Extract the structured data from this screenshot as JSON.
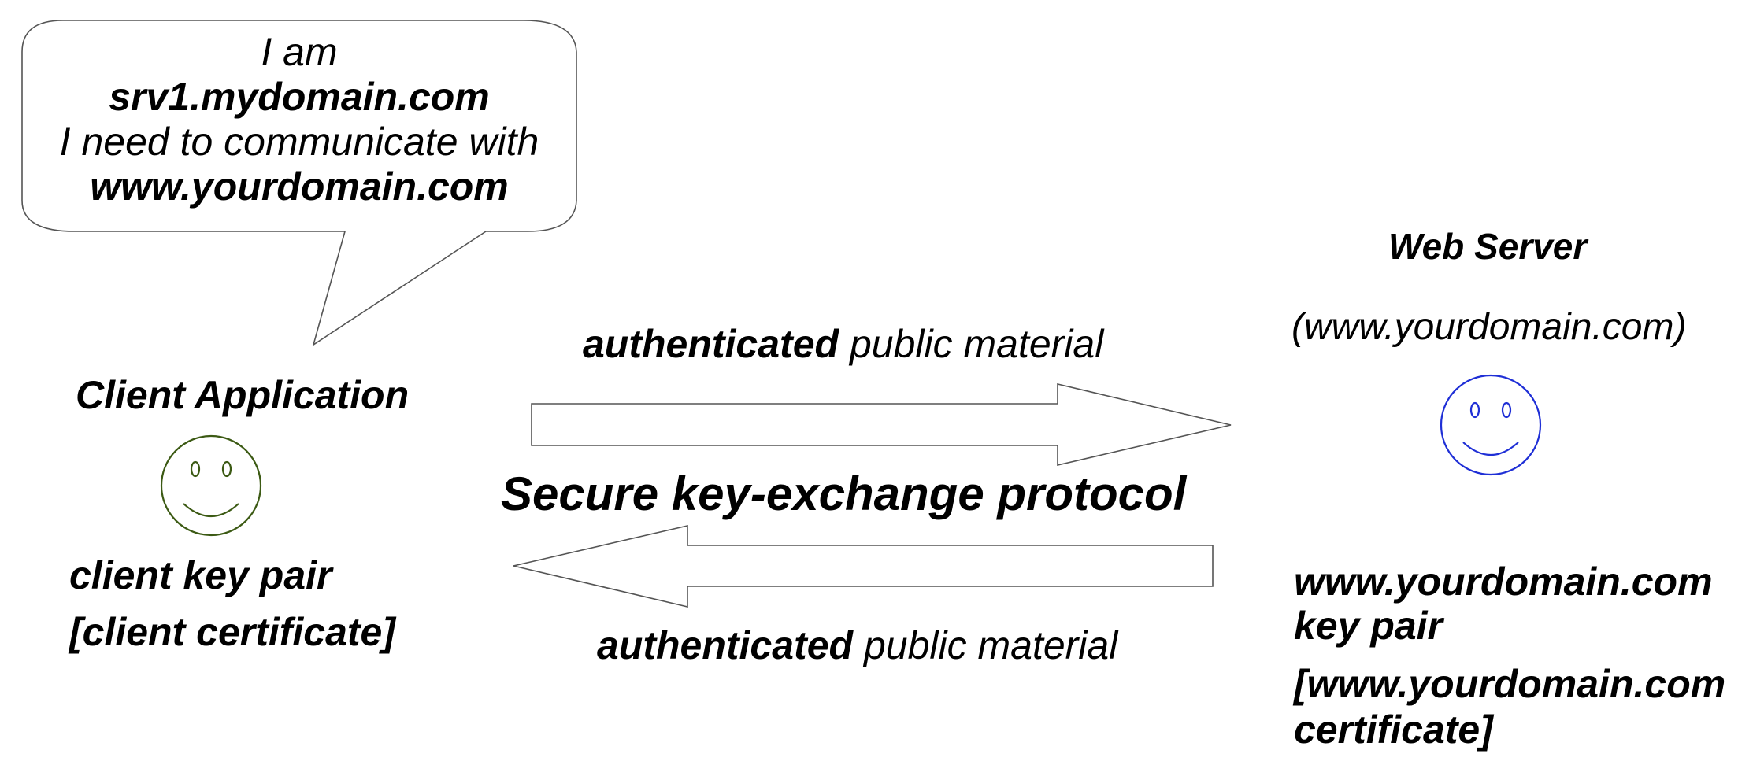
{
  "speech_bubble": {
    "line1": "I am",
    "line2": "srv1.mydomain.com",
    "line3": "I need to communicate with",
    "line4": "www.yourdomain.com"
  },
  "client": {
    "title": "Client Application",
    "key_pair": "client key pair",
    "certificate": "[client certificate]",
    "smiley_color": "#3c5a14"
  },
  "server": {
    "title": "Web Server",
    "domain": "(www.yourdomain.com)",
    "key_pair_line1": "www.yourdomain.com",
    "key_pair_line2": "key pair",
    "cert_line1": "[www.yourdomain.com",
    "cert_line2": "certificate]",
    "smiley_color": "#1f2fd6"
  },
  "top_arrow": {
    "bold": "authenticated",
    "rest": " public material"
  },
  "protocol_label": "Secure key-exchange protocol",
  "bottom_arrow": {
    "bold": "authenticated",
    "rest": " public material"
  }
}
